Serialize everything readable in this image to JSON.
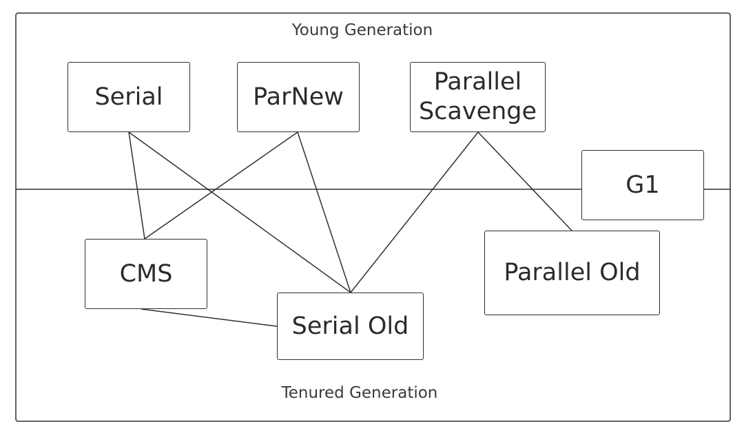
{
  "regions": {
    "young": "Young Generation",
    "tenured": "Tenured Generation"
  },
  "collectors": {
    "serial": "Serial",
    "parnew": "ParNew",
    "parallel_scavenge": "Parallel\nScavenge",
    "g1": "G1",
    "cms": "CMS",
    "parallel_old": "Parallel Old",
    "serial_old": "Serial Old"
  },
  "connections": [
    [
      "serial",
      "cms"
    ],
    [
      "serial",
      "serial_old"
    ],
    [
      "parnew",
      "cms"
    ],
    [
      "parnew",
      "serial_old"
    ],
    [
      "parallel_scavenge",
      "serial_old"
    ],
    [
      "parallel_scavenge",
      "parallel_old"
    ],
    [
      "cms",
      "serial_old"
    ]
  ],
  "colors": {
    "line": "#2e2e2e",
    "text": "#2b2b2b"
  }
}
